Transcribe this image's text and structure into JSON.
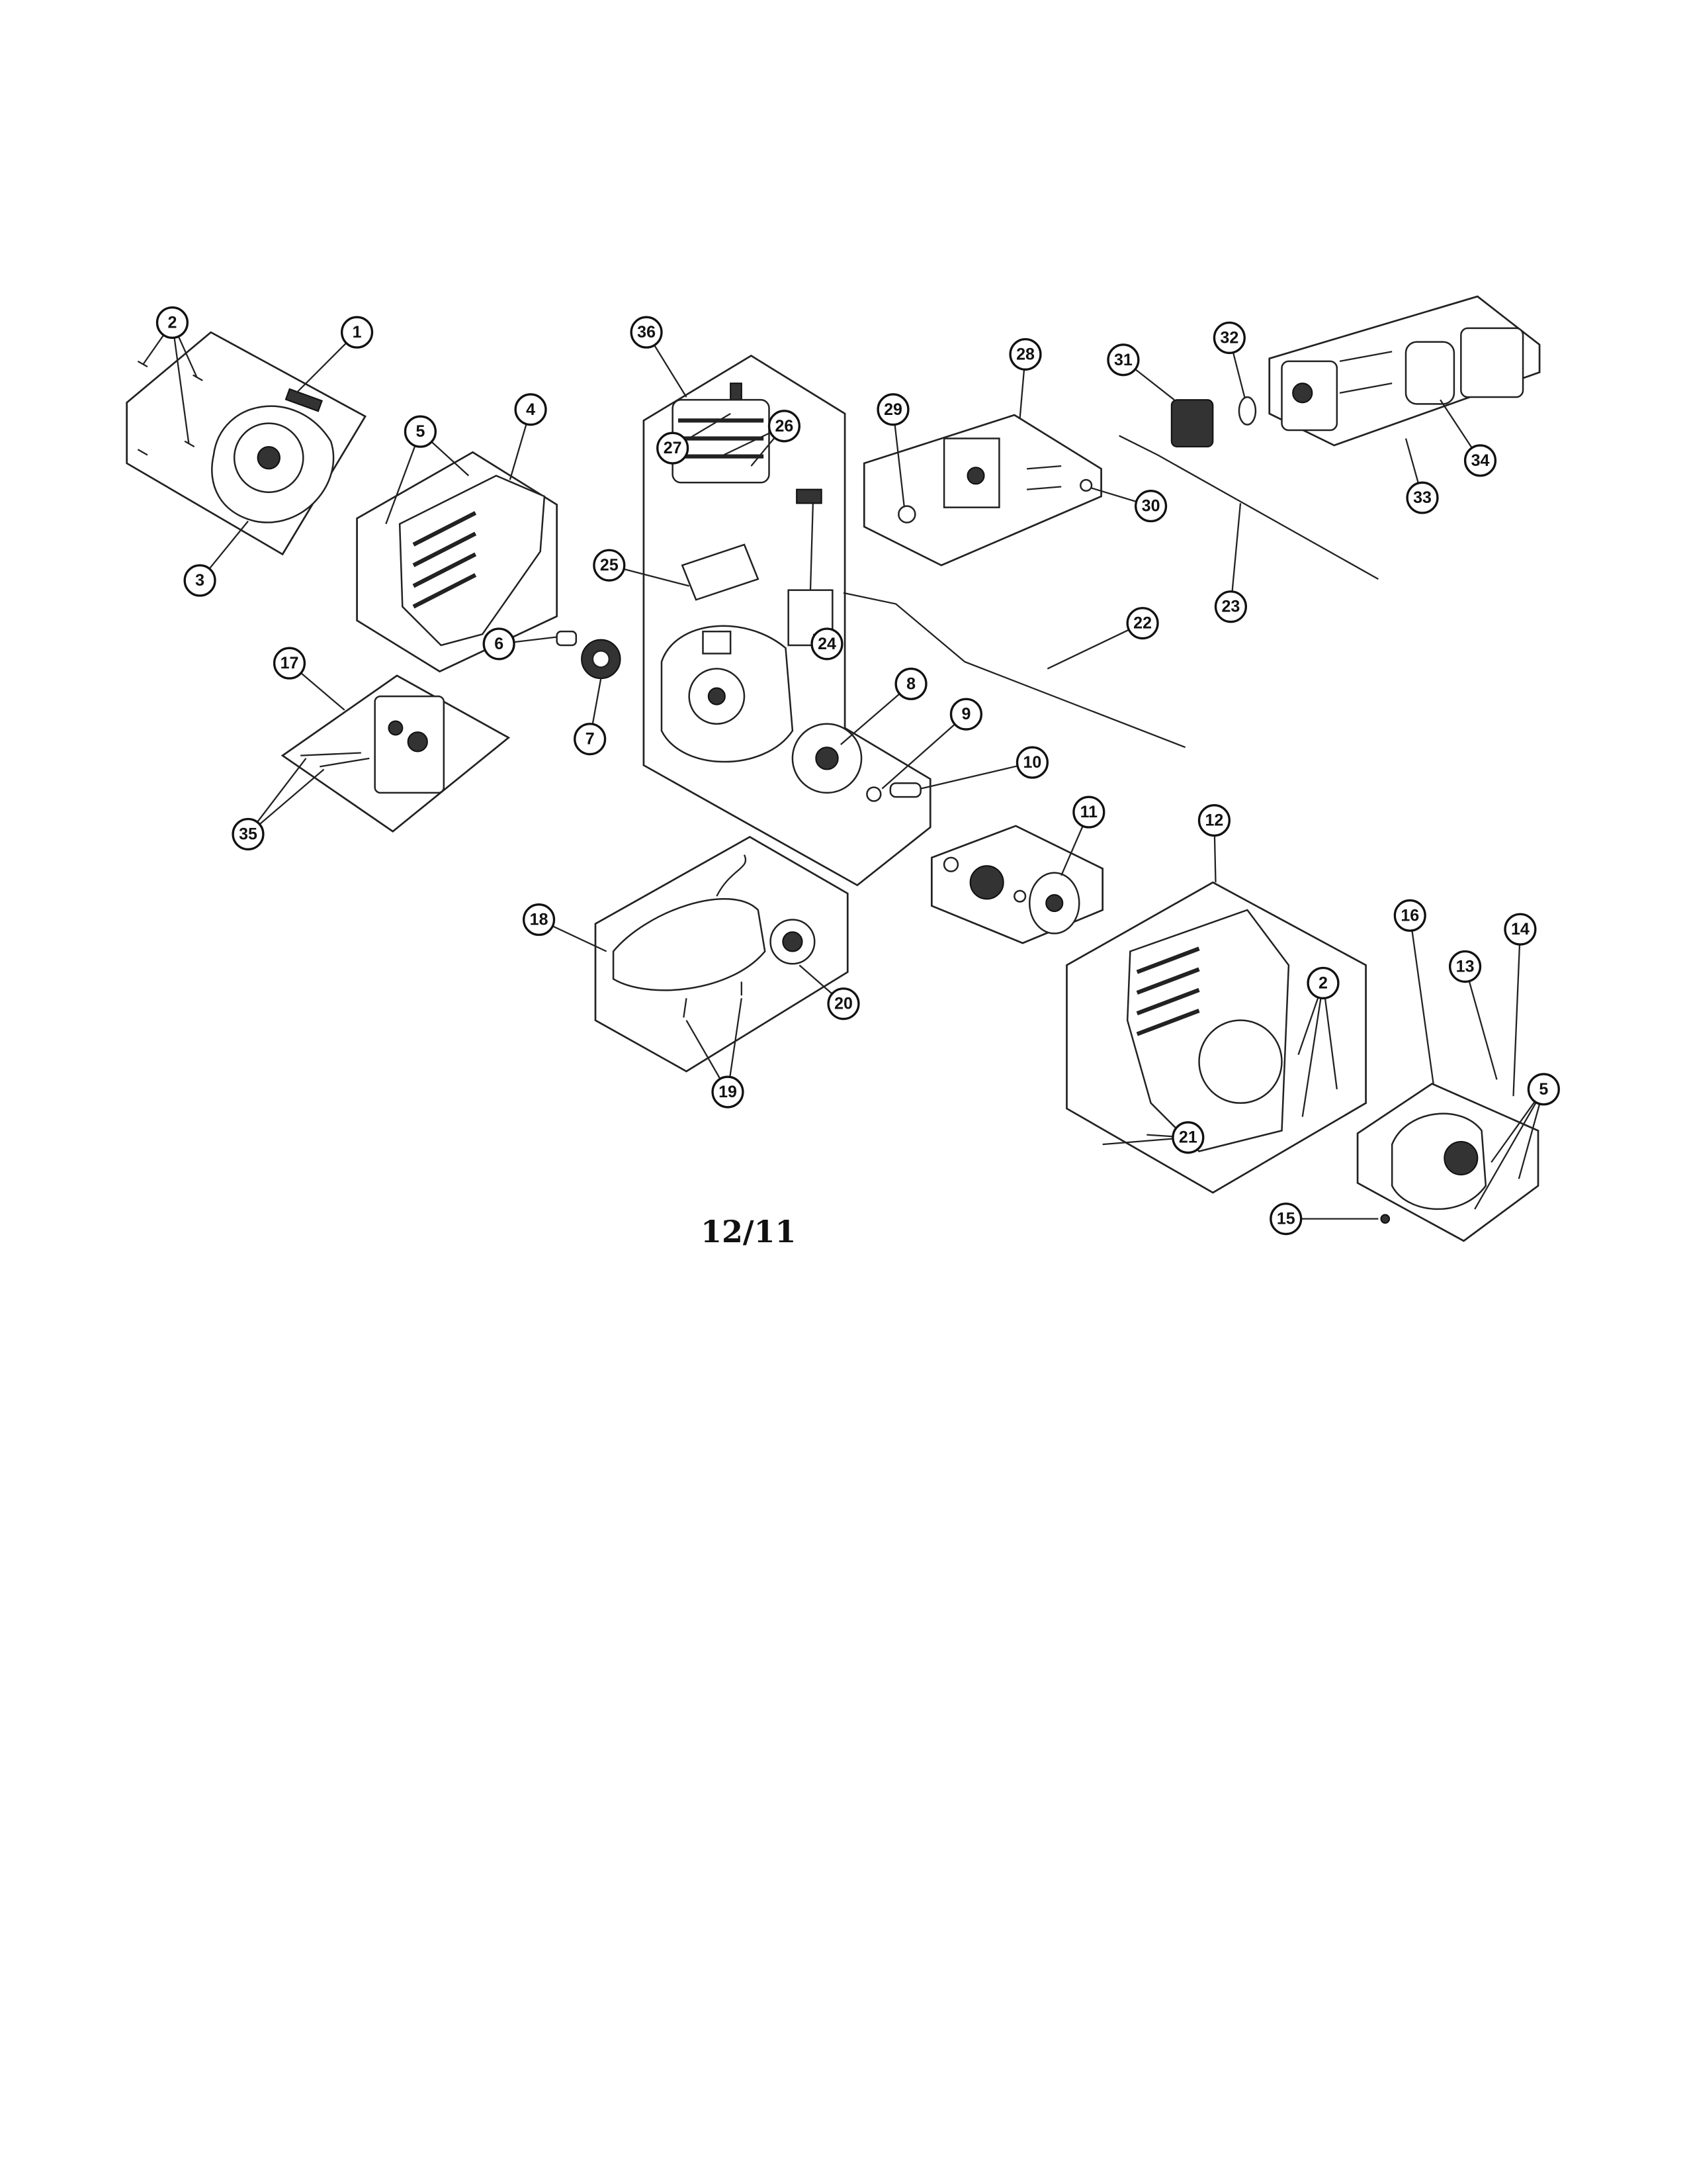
{
  "diagram": {
    "revision_date": "12/11",
    "callouts": [
      "1",
      "2",
      "3",
      "4",
      "5",
      "17",
      "35",
      "6",
      "7",
      "36",
      "27",
      "26",
      "25",
      "24",
      "8",
      "9",
      "10",
      "28",
      "29",
      "30",
      "31",
      "32",
      "33",
      "34",
      "23",
      "22",
      "11",
      "12",
      "18",
      "20",
      "19",
      "2",
      "21",
      "16",
      "13",
      "14",
      "5",
      "15"
    ]
  }
}
